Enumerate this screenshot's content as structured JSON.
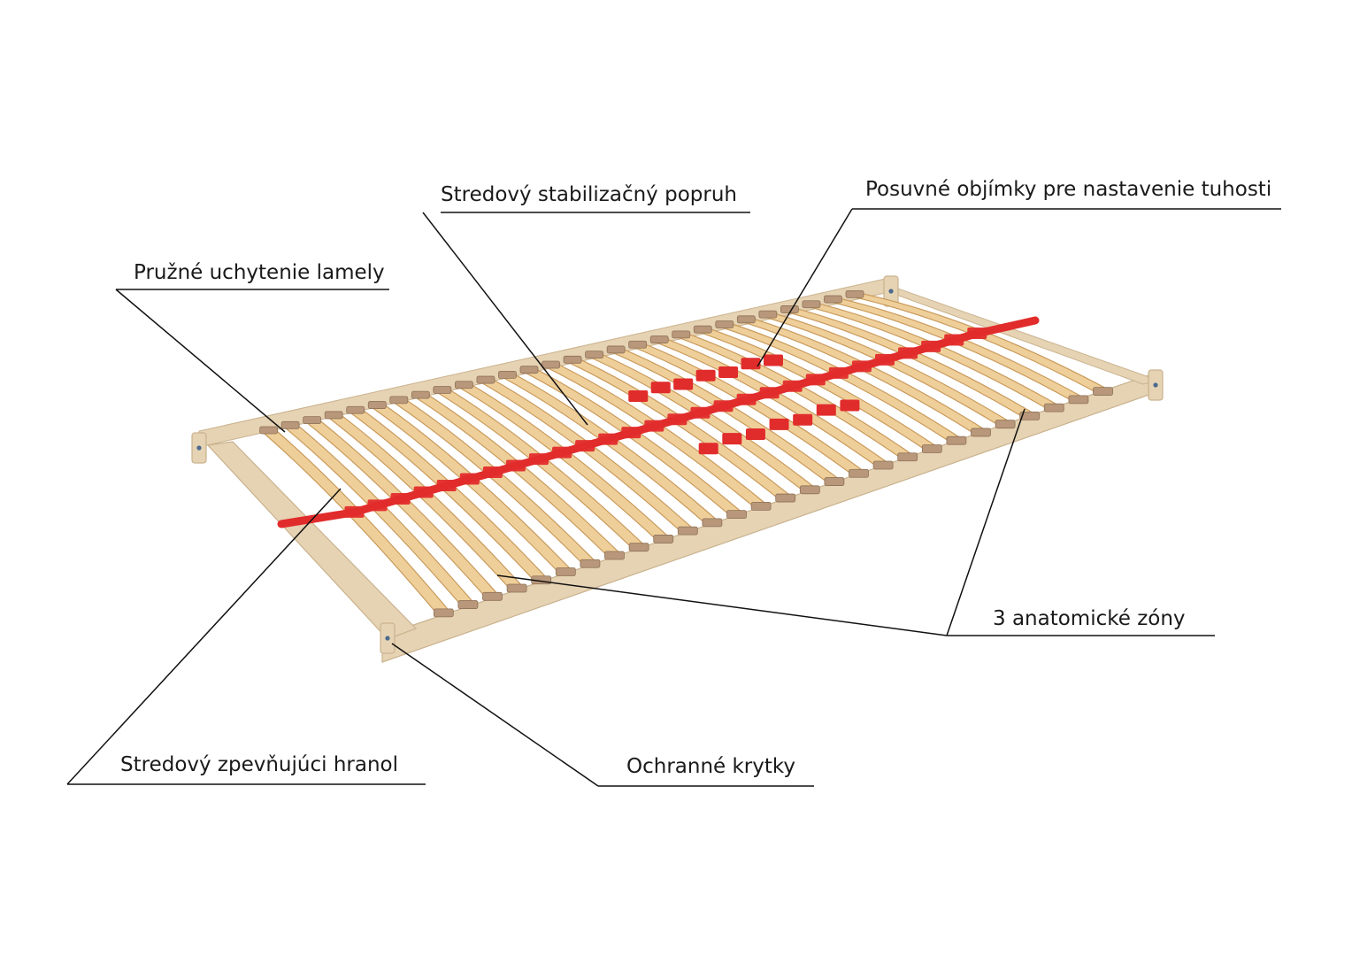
{
  "image": {
    "subject": "slatted-bed-base",
    "colors": {
      "frame": "#e6d3b3",
      "frame_shadow": "#c9b28e",
      "slat": "#efcf99",
      "slat_edge": "#c99a5c",
      "slat_holder": "#b8977a",
      "strap": "#e12c2c",
      "leader_line": "#111111"
    }
  },
  "labels": {
    "center_strap": "Stredový stabilizačný popruh",
    "sliding_sleeves": "Posuvné objímky pre nastavenie tuhosti",
    "flexible_mount": "Pružné uchytenie lamely",
    "anatomic_zones": "3 anatomické zóny",
    "center_beam": "Stredový zpevňujúci hranol",
    "protective_caps": "Ochranné krytky"
  }
}
